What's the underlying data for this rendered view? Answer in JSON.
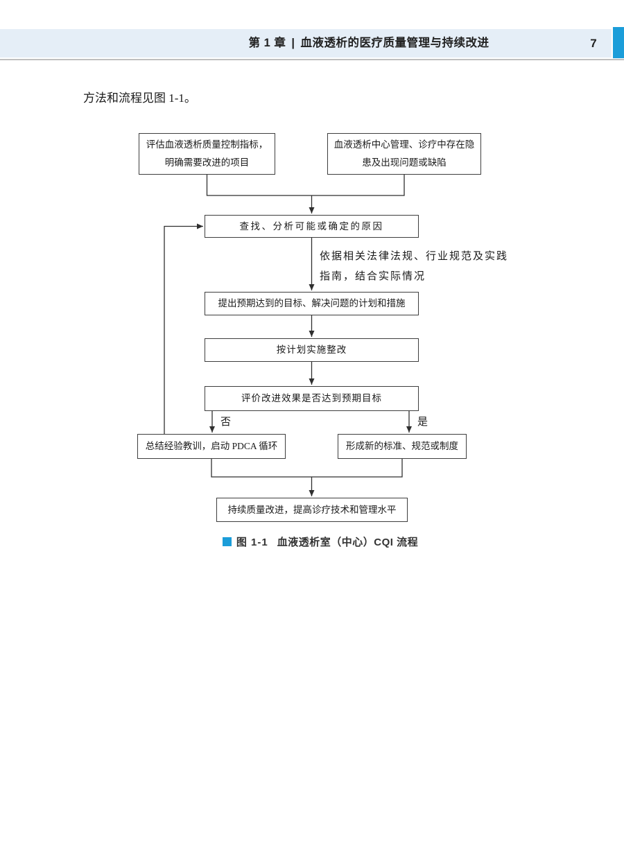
{
  "page": {
    "number": "7"
  },
  "header": {
    "chapter": "第 1 章",
    "divider": "|",
    "title": "血液透析的医疗质量管理与持续改进",
    "band_color": "#e5eef7",
    "accent_color": "#1b9dd9"
  },
  "body": {
    "intro": "方法和流程见图 1-1。"
  },
  "flowchart": {
    "boxes": {
      "assess": {
        "line1": "评估血液透析质量控制指标，",
        "line2": "明确需要改进的项目"
      },
      "hazard": {
        "line1": "血液透析中心管理、诊疗中存在隐",
        "line2": "患及出现问题或缺陷"
      },
      "analyze": "查找、分析可能或确定的原因",
      "plan": "提出预期达到的目标、解决问题的计划和措施",
      "implement": "按计划实施整改",
      "evaluate": "评价改进效果是否达到预期目标",
      "pdca": "总结经验教训，启动 PDCA 循环",
      "standard": "形成新的标准、规范或制度",
      "cqi": "持续质量改进，提高诊疗技术和管理水平"
    },
    "note": {
      "line1": "依据相关法律法规、行业规范及实践",
      "line2": "指南，结合实际情况"
    },
    "branch_no": "否",
    "branch_yes": "是"
  },
  "caption": {
    "figure_label": "图 1-1",
    "title": "血液透析室（中心）CQI 流程",
    "marker_color": "#1b9dd9"
  }
}
